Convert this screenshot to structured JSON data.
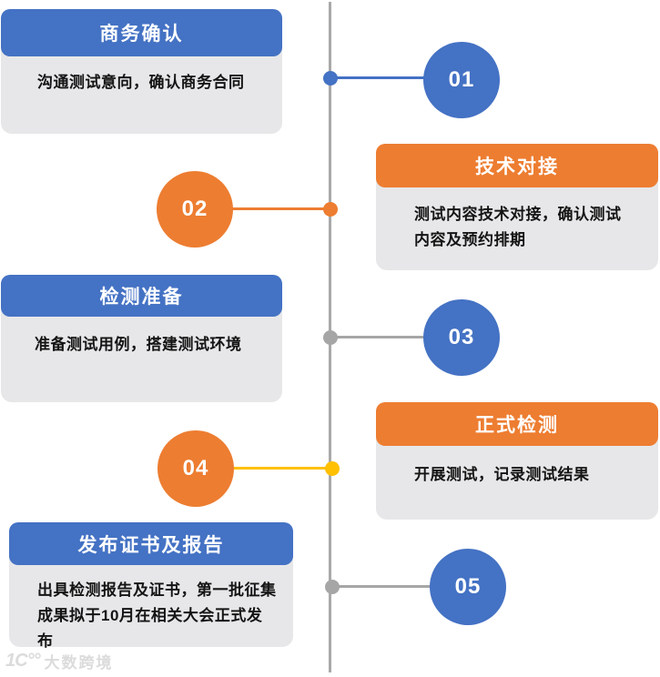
{
  "colors": {
    "blue": "#4472C4",
    "orange": "#ED7D31",
    "yellow": "#FFC000",
    "axis_gray": "#A9A9A9",
    "card_background": "#E7E7E9",
    "body_text": "#141414"
  },
  "timeline": {
    "steps": [
      {
        "number": "01",
        "title": "商务确认",
        "description": "沟通测试意向，确认商务合同",
        "accent": "blue",
        "connector_color": "blue",
        "side": "left"
      },
      {
        "number": "02",
        "title": "技术对接",
        "description": "测试内容技术对接，确认测试\n内容及预约排期",
        "accent": "orange",
        "connector_color": "orange",
        "side": "right"
      },
      {
        "number": "03",
        "title": "检测准备",
        "description": "准备测试用例，搭建测试环境",
        "accent": "blue",
        "connector_color": "gray",
        "side": "left"
      },
      {
        "number": "04",
        "title": "正式检测",
        "description": "开展测试，记录测试结果",
        "accent": "orange",
        "connector_color": "yellow",
        "side": "right"
      },
      {
        "number": "05",
        "title": "发布证书及报告",
        "description": "出具检测报告及证书，第一批征集\n成果拟于10月在相关大会正式发布",
        "accent": "blue",
        "connector_color": "gray",
        "side": "left"
      }
    ]
  },
  "watermark": {
    "logo": "1C°°",
    "text": "大数跨境"
  }
}
